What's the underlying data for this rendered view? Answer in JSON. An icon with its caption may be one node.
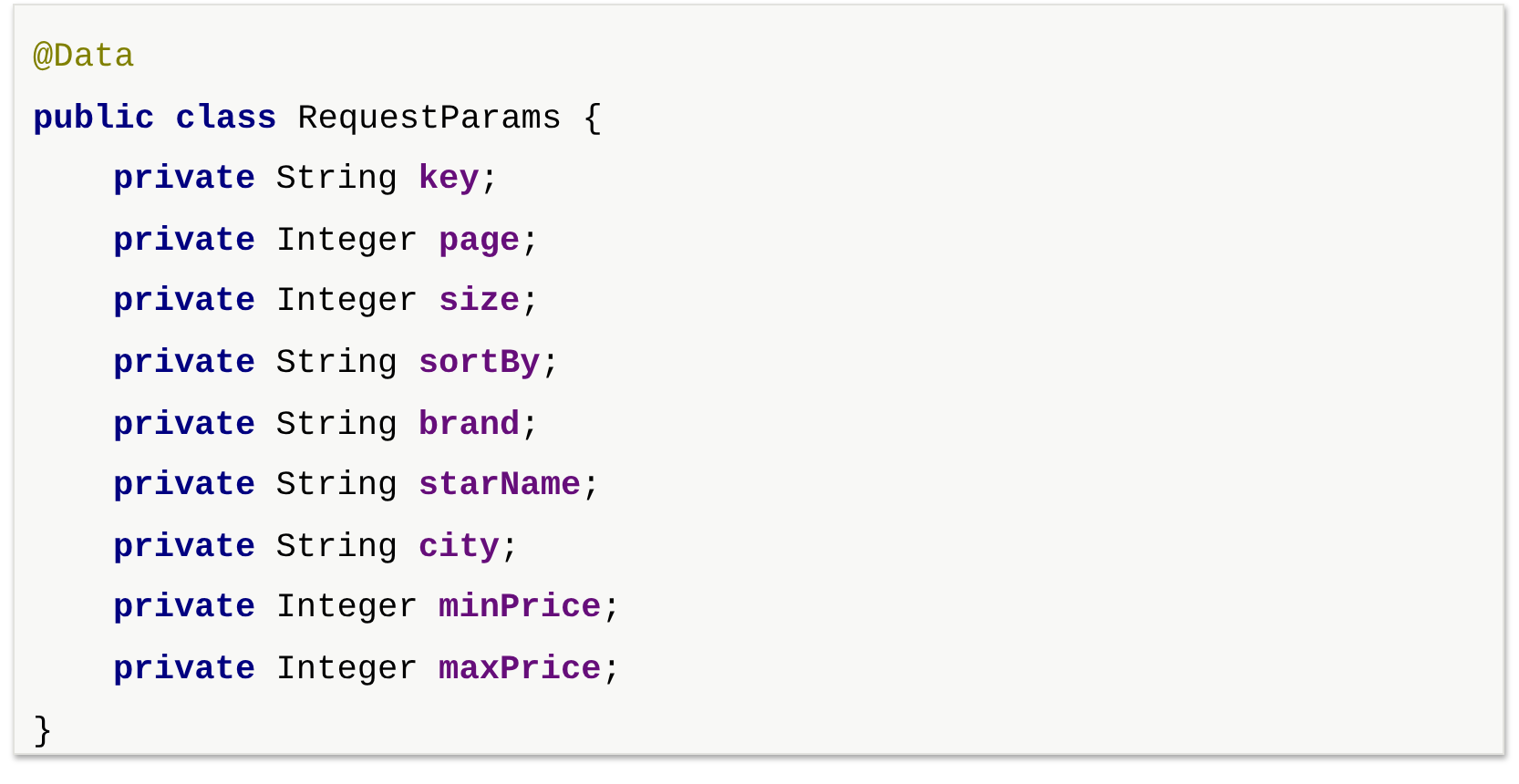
{
  "diagram": {
    "labels": [
      "@Data",
      "public class RequestParams {",
      "private String key;",
      "private Integer page;",
      "private Integer size;",
      "private String sortBy;",
      "private String brand;",
      "private String starName;",
      "private String city;",
      "private Integer minPrice;",
      "private Integer maxPrice;",
      "}"
    ]
  }
}
